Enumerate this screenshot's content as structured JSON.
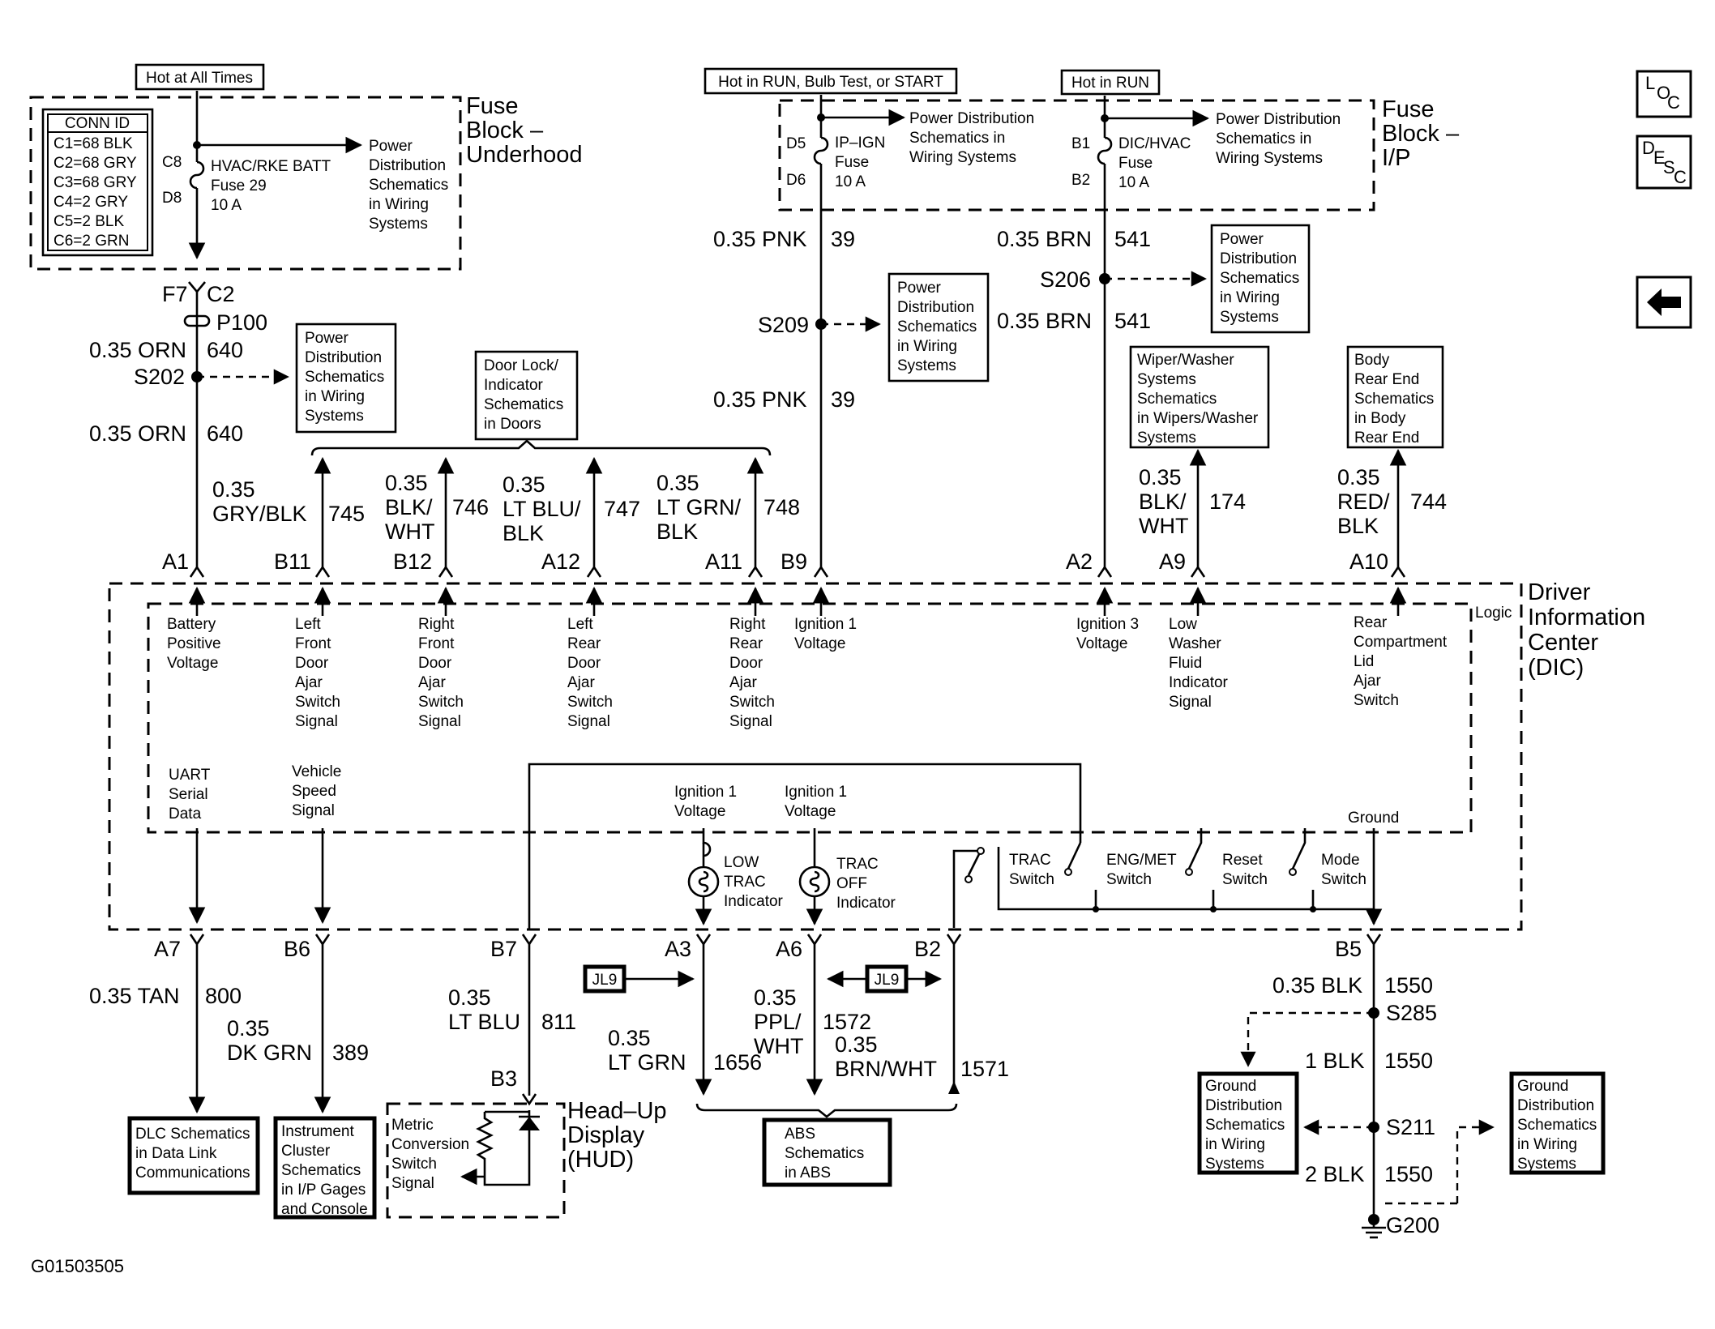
{
  "supply": {
    "hot_all_times": "Hot at All Times",
    "hot_run_bulb_start": "Hot in RUN, Bulb Test, or START",
    "hot_run": "Hot in RUN"
  },
  "conn_id": {
    "title": "CONN ID",
    "rows": [
      "C1=68 BLK",
      "C2=68 GRY",
      "C3=68 GRY",
      "C4=2 GRY",
      "C5=2 BLK",
      "C6=2 GRN"
    ]
  },
  "fuse_block_underhood": {
    "title": [
      "Fuse",
      "Block –",
      "Underhood"
    ],
    "pins": [
      "C8",
      "D8"
    ],
    "fuse": [
      "HVAC/RKE BATT",
      "Fuse 29",
      "10 A"
    ],
    "ref": [
      "Power",
      "Distribution",
      "Schematics",
      "in Wiring",
      "Systems"
    ]
  },
  "fuse_block_ip": {
    "title": [
      "Fuse",
      "Block –",
      "I/P"
    ],
    "fuse1_pins": [
      "D5",
      "D6"
    ],
    "fuse1": [
      "IP–IGN",
      "Fuse",
      "10 A"
    ],
    "ref1": [
      "Power Distribution",
      "Schematics in",
      "Wiring Systems"
    ],
    "fuse2_pins": [
      "B1",
      "B2"
    ],
    "fuse2": [
      "DIC/HVAC",
      "Fuse",
      "10 A"
    ],
    "ref2": [
      "Power Distribution",
      "Schematics in",
      "Wiring Systems"
    ]
  },
  "connectors": {
    "f7": "F7",
    "c2": "C2",
    "p100": "P100"
  },
  "splices": {
    "s202": "S202",
    "s209": "S209",
    "s206": "S206",
    "s285": "S285",
    "s211": "S211"
  },
  "ground": "G200",
  "wires": {
    "orn1": {
      "color": "0.35 ORN",
      "circuit": "640"
    },
    "orn2": {
      "color": "0.35 ORN",
      "circuit": "640"
    },
    "pnk1": {
      "color": "0.35 PNK",
      "circuit": "39"
    },
    "pnk2": {
      "color": "0.35 PNK",
      "circuit": "39"
    },
    "brn1": {
      "color": "0.35 BRN",
      "circuit": "541"
    },
    "brn2": {
      "color": "0.35 BRN",
      "circuit": "541"
    },
    "w745": {
      "color": [
        "0.35",
        "GRY/BLK"
      ],
      "circuit": "745"
    },
    "w746": {
      "color": [
        "0.35",
        "BLK/",
        "WHT"
      ],
      "circuit": "746"
    },
    "w747": {
      "color": [
        "0.35",
        "LT BLU/",
        "BLK"
      ],
      "circuit": "747"
    },
    "w748": {
      "color": [
        "0.35",
        "LT GRN/",
        "BLK"
      ],
      "circuit": "748"
    },
    "w174": {
      "color": [
        "0.35",
        "BLK/",
        "WHT"
      ],
      "circuit": "174"
    },
    "w744": {
      "color": [
        "0.35",
        "RED/",
        "BLK"
      ],
      "circuit": "744"
    },
    "w800": {
      "color": "0.35 TAN",
      "circuit": "800"
    },
    "w389": {
      "color": [
        "0.35",
        "DK GRN"
      ],
      "circuit": "389"
    },
    "w811": {
      "color": [
        "0.35",
        "LT BLU"
      ],
      "circuit": "811"
    },
    "w1656": {
      "color": [
        "0.35",
        "LT GRN"
      ],
      "circuit": "1656"
    },
    "w1572": {
      "color": [
        "0.35",
        "PPL/",
        "WHT"
      ],
      "circuit": "1572"
    },
    "w1571": {
      "color": [
        "0.35",
        "BRN/WHT"
      ],
      "circuit": "1571"
    },
    "blk1": {
      "color": "0.35 BLK",
      "circuit": "1550"
    },
    "blk2": {
      "color": "1 BLK",
      "circuit": "1550"
    },
    "blk3": {
      "color": "2 BLK",
      "circuit": "1550"
    }
  },
  "refs": {
    "pd_s202": [
      "Power",
      "Distribution",
      "Schematics",
      "in Wiring",
      "Systems"
    ],
    "door_lock": [
      "Door Lock/",
      "Indicator",
      "Schematics",
      "in Doors"
    ],
    "pd_s209": [
      "Power",
      "Distribution",
      "Schematics",
      "in Wiring",
      "Systems"
    ],
    "pd_s206": [
      "Power",
      "Distribution",
      "Schematics",
      "in Wiring",
      "Systems"
    ],
    "wiper": [
      "Wiper/Washer",
      "Systems",
      "Schematics",
      "in Wipers/Washer",
      "Systems"
    ],
    "body": [
      "Body",
      "Rear End",
      "Schematics",
      "in Body",
      "Rear End"
    ],
    "dlc": [
      "DLC Schematics",
      "in Data Link",
      "Communications"
    ],
    "cluster": [
      "Instrument",
      "Cluster",
      "Schematics",
      "in I/P Gages",
      "and Console"
    ],
    "abs": [
      "ABS",
      "Schematics",
      "in ABS"
    ],
    "gnd1": [
      "Ground",
      "Distribution",
      "Schematics",
      "in Wiring",
      "Systems"
    ],
    "gnd2": [
      "Ground",
      "Distribution",
      "Schematics",
      "in Wiring",
      "Systems"
    ]
  },
  "dic": {
    "title": [
      "Driver",
      "Information",
      "Center",
      "(DIC)"
    ],
    "logic": "Logic",
    "top_pins": [
      "A1",
      "B11",
      "B12",
      "A12",
      "A11",
      "B9",
      "A2",
      "A9",
      "A10"
    ],
    "bottom_pins": [
      "A7",
      "B6",
      "B7",
      "A3",
      "A6",
      "B2",
      "B5"
    ],
    "signals": {
      "battery": [
        "Battery",
        "Positive",
        "Voltage"
      ],
      "lf_door": [
        "Left",
        "Front",
        "Door",
        "Ajar",
        "Switch",
        "Signal"
      ],
      "rf_door": [
        "Right",
        "Front",
        "Door",
        "Ajar",
        "Switch",
        "Signal"
      ],
      "lr_door": [
        "Left",
        "Rear",
        "Door",
        "Ajar",
        "Switch",
        "Signal"
      ],
      "rr_door": [
        "Right",
        "Rear",
        "Door",
        "Ajar",
        "Switch",
        "Signal"
      ],
      "ign1": [
        "Ignition 1",
        "Voltage"
      ],
      "ign3": [
        "Ignition 3",
        "Voltage"
      ],
      "washer": [
        "Low",
        "Washer",
        "Fluid",
        "Indicator",
        "Signal"
      ],
      "rear_lid": [
        "Rear",
        "Compartment",
        "Lid",
        "Ajar",
        "Switch"
      ],
      "uart": [
        "UART",
        "Serial",
        "Data"
      ],
      "vss": [
        "Vehicle",
        "Speed",
        "Signal"
      ],
      "ign1_a": [
        "Ignition 1",
        "Voltage"
      ],
      "ign1_b": [
        "Ignition 1",
        "Voltage"
      ],
      "ground": "Ground"
    },
    "indicators": {
      "low_trac": [
        "LOW",
        "TRAC",
        "Indicator"
      ],
      "trac_off": [
        "TRAC",
        "OFF",
        "Indicator"
      ]
    },
    "switches": {
      "trac": [
        "TRAC",
        "Switch"
      ],
      "eng": [
        "ENG/MET",
        "Switch"
      ],
      "reset": [
        "Reset",
        "Switch"
      ],
      "mode": [
        "Mode",
        "Switch"
      ]
    }
  },
  "jl9": "JL9",
  "hud": {
    "pin": "B3",
    "title": [
      "Head–Up",
      "Display",
      "(HUD)"
    ],
    "signal": [
      "Metric",
      "Conversion",
      "Switch",
      "Signal"
    ]
  },
  "nav": {
    "loc": [
      "L",
      "O",
      "C"
    ],
    "desc": [
      "D",
      "E",
      "S",
      "C"
    ]
  },
  "figure_id": "G01503505"
}
